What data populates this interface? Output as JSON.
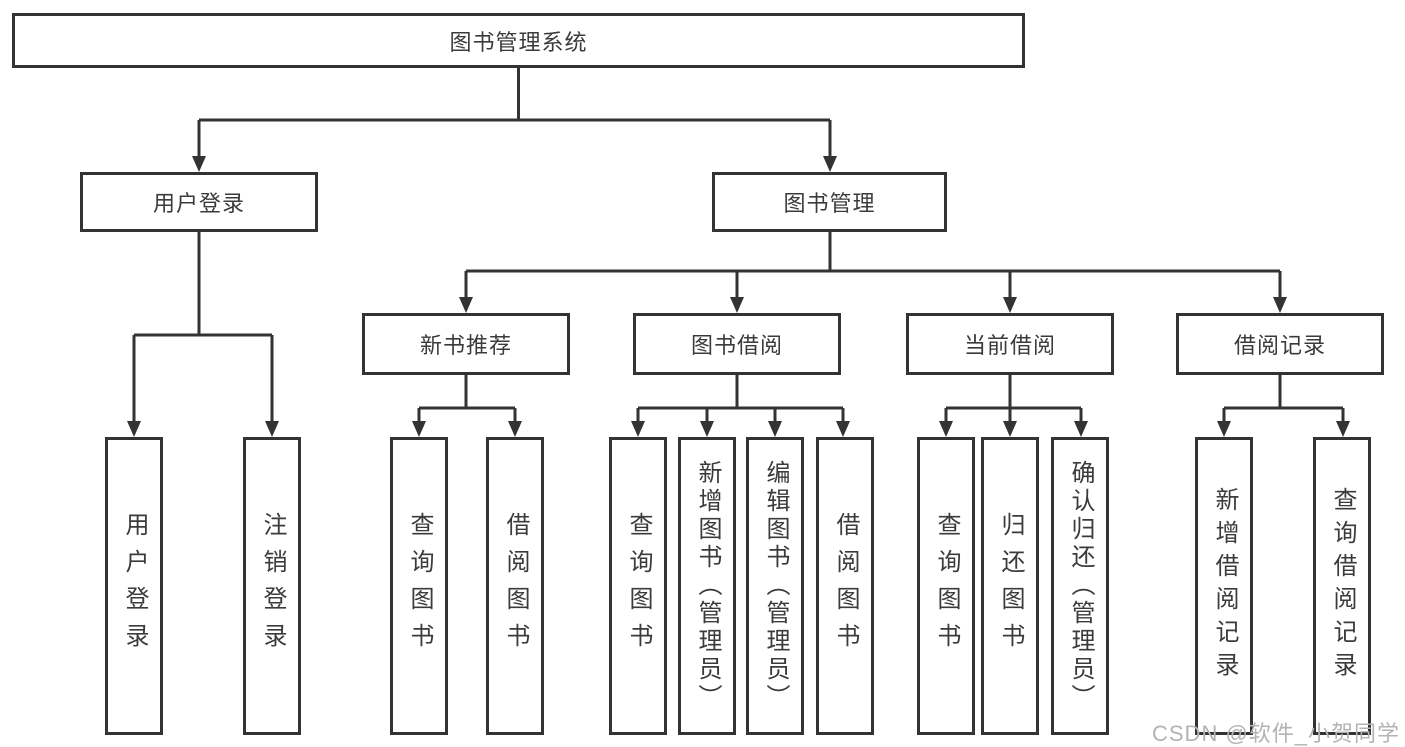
{
  "tree": {
    "root": {
      "label": "图书管理系统"
    },
    "branches": [
      {
        "label": "用户登录",
        "leaves": [
          {
            "label": "用户登录"
          },
          {
            "label": "注销登录"
          }
        ]
      },
      {
        "label": "图书管理",
        "groups": [
          {
            "label": "新书推荐",
            "leaves": [
              {
                "label": "查询图书"
              },
              {
                "label": "借阅图书"
              }
            ]
          },
          {
            "label": "图书借阅",
            "leaves": [
              {
                "label": "查询图书"
              },
              {
                "label": "新增图书（管理员）"
              },
              {
                "label": "编辑图书（管理员）"
              },
              {
                "label": "借阅图书"
              }
            ]
          },
          {
            "label": "当前借阅",
            "leaves": [
              {
                "label": "查询图书"
              },
              {
                "label": "归还图书"
              },
              {
                "label": "确认归还（管理员）"
              }
            ]
          },
          {
            "label": "借阅记录",
            "leaves": [
              {
                "label": "新增借阅记录"
              },
              {
                "label": "查询借阅记录"
              }
            ]
          }
        ]
      }
    ]
  },
  "watermark": {
    "text": "CSDN @软件_小贺同学"
  },
  "colors": {
    "line": "#333333",
    "text": "#3b3b3b",
    "watermark": "#b3b3b3",
    "background": "#ffffff"
  }
}
